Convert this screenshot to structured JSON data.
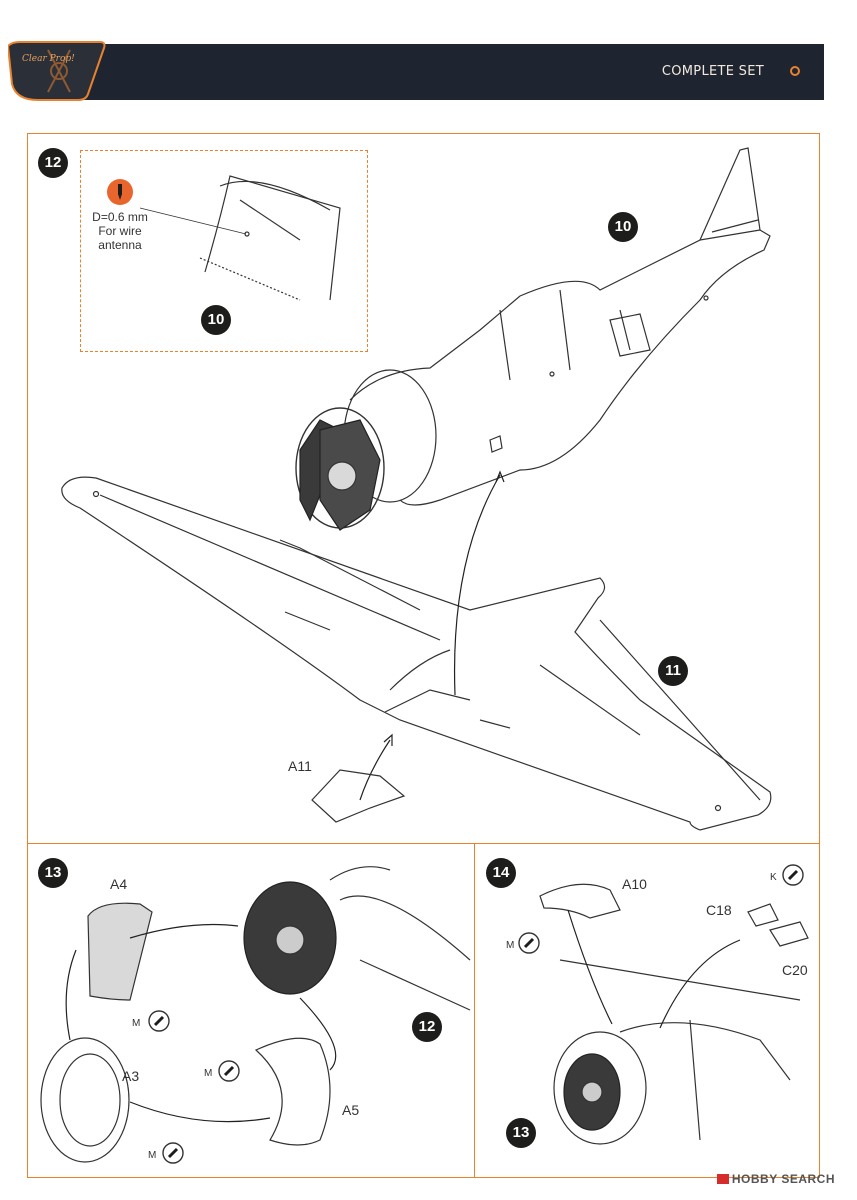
{
  "header": {
    "title": "COMPLETE SET",
    "logo_text": "Clear Prop!"
  },
  "steps": [
    {
      "number": "12"
    },
    {
      "number": "13"
    },
    {
      "number": "14"
    }
  ],
  "inset": {
    "drill_note_1": "D=0.6 mm",
    "drill_note_2": "For wire",
    "drill_note_3": "antenna",
    "ref": "10"
  },
  "main": {
    "ref_fuselage": "10",
    "ref_wing": "11",
    "part_a11": "A11"
  },
  "panel13": {
    "a4": "A4",
    "a3": "A3",
    "a5": "A5",
    "glue": "M",
    "ref": "12"
  },
  "panel14": {
    "a10": "A10",
    "c18": "C18",
    "c20": "C20",
    "glue_m": "M",
    "glue_k": "K",
    "ref": "13"
  },
  "watermark": "HOBBY SEARCH"
}
